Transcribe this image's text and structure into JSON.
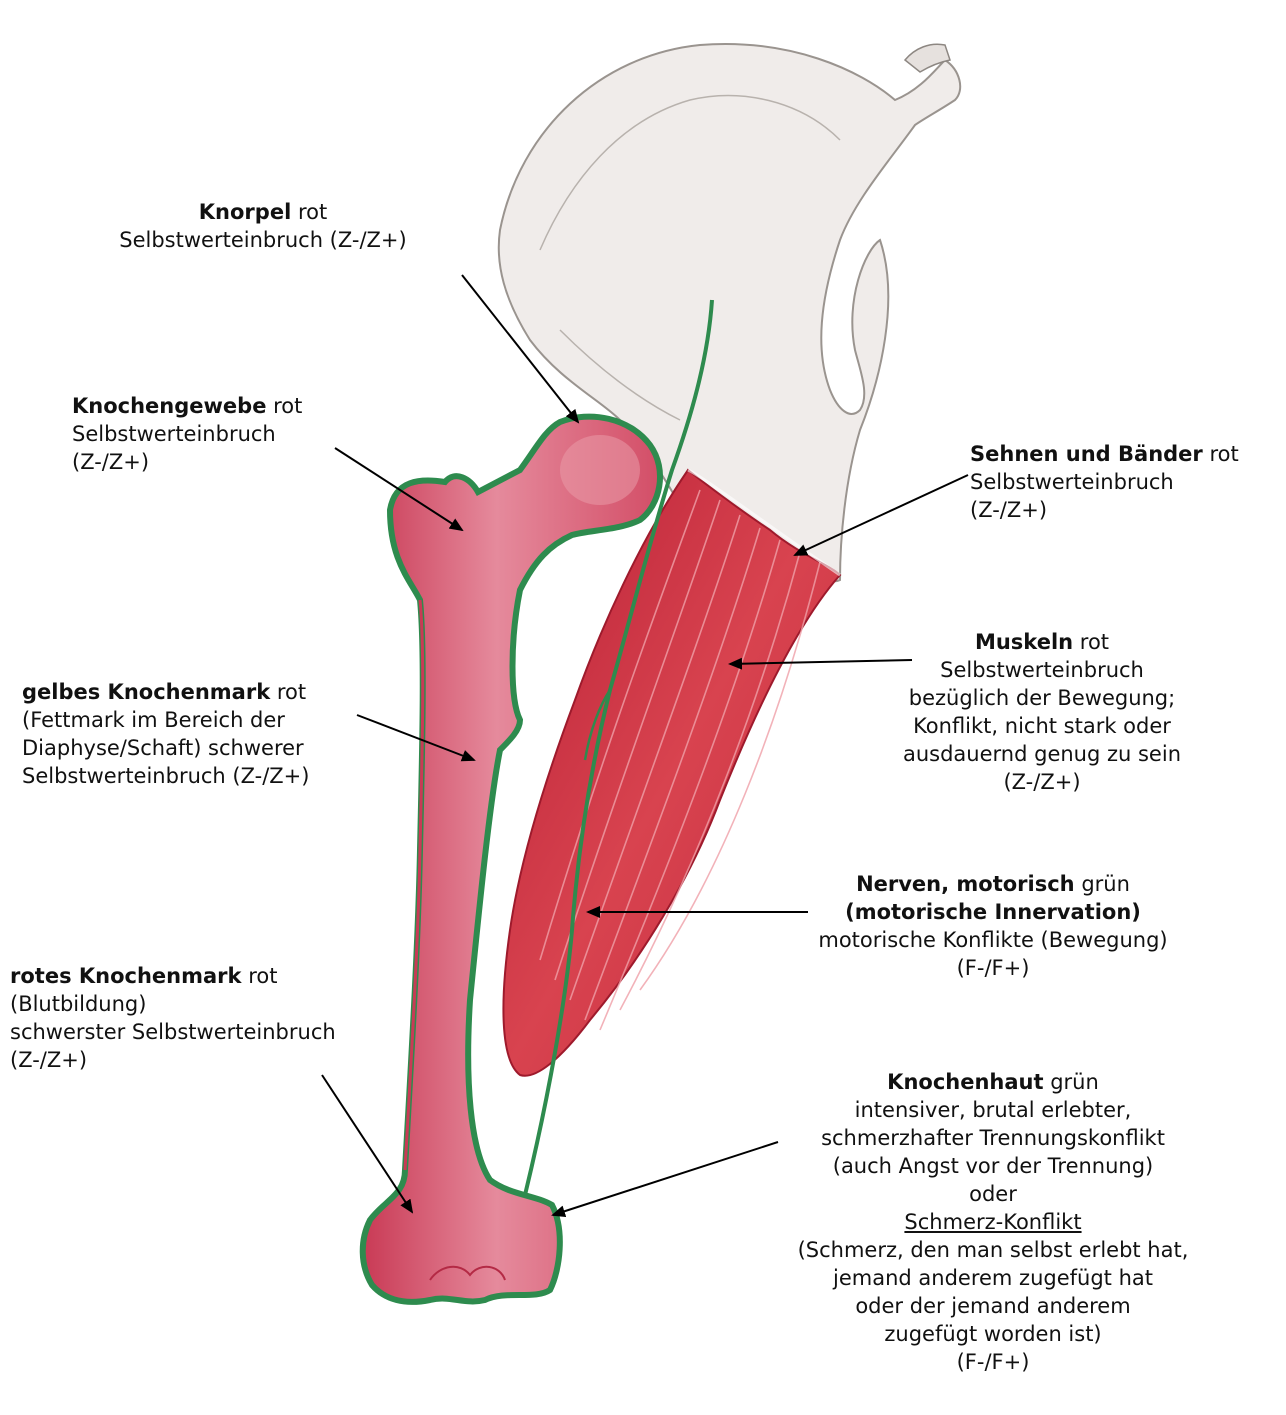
{
  "labels": {
    "knorpel": {
      "title": "Knorpel",
      "color": "rot",
      "l2": "Selbstwerteinbruch (Z-/Z+)"
    },
    "knochengewebe": {
      "title": "Knochengewebe",
      "color": "rot",
      "l2": "Selbstwerteinbruch",
      "l3": "(Z-/Z+)"
    },
    "sehnen": {
      "title": "Sehnen und Bänder",
      "color": "rot",
      "l2": "Selbstwerteinbruch",
      "l3": "(Z-/Z+)"
    },
    "muskeln": {
      "title": "Muskeln",
      "color": "rot",
      "l2": "Selbstwerteinbruch",
      "l3": "bezüglich der Bewegung;",
      "l4": "Konflikt, nicht stark oder",
      "l5": "ausdauernd genug zu sein",
      "l6": "(Z-/Z+)"
    },
    "gelbes": {
      "title": "gelbes Knochenmark",
      "color": "rot",
      "l2": "(Fettmark im Bereich der",
      "l3": "Diaphyse/Schaft) schwerer",
      "l4": "Selbstwerteinbruch (Z-/Z+)"
    },
    "nerven": {
      "title": "Nerven, motorisch",
      "color": "grün",
      "l2": "(motorische Innervation)",
      "l3": "motorische Konflikte (Bewegung)",
      "l4": "(F-/F+)"
    },
    "rotes": {
      "title": "rotes Knochenmark",
      "color": "rot",
      "l2": "(Blutbildung)",
      "l3": "schwerster Selbstwerteinbruch",
      "l4": "(Z-/Z+)"
    },
    "knochenhaut": {
      "title": "Knochenhaut",
      "color": "grün",
      "l2": "intensiver, brutal erlebter,",
      "l3": "schmerzhafter Trennungskonflikt",
      "l4": "(auch Angst vor der Trennung)",
      "l5": "oder",
      "l6": "Schmerz-Konflikt",
      "l7": "(Schmerz, den man selbst erlebt hat,",
      "l8": "jemand anderem zugefügt hat",
      "l9": "oder der jemand anderem",
      "l10": "zugefügt worden ist)",
      "l11": "(F-/F+)"
    }
  },
  "colors": {
    "bone": "#d94a63",
    "bone_light": "#e8879a",
    "muscle": "#c8283d",
    "nerve": "#2e8b4e",
    "pelvis": "#dcd6d2",
    "text": "#111111"
  }
}
